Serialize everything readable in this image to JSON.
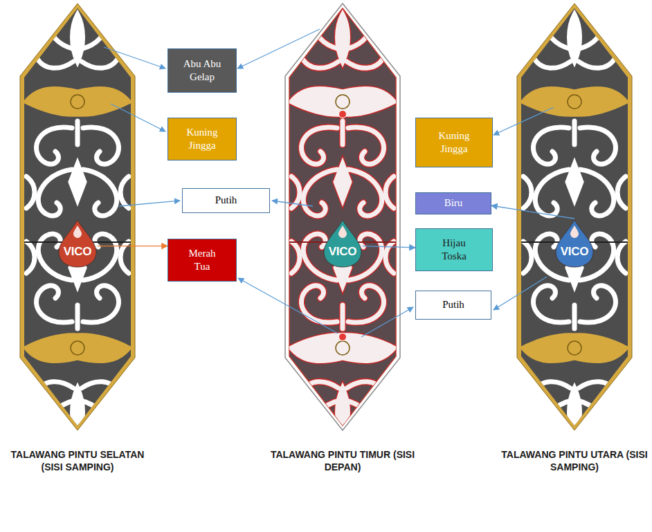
{
  "diagram": {
    "nodes": [
      {
        "text": [
          "Abu Abu Gelap"
        ]
      },
      {
        "text": [
          "Kuning Jingga"
        ]
      },
      {
        "text": [
          "Kuning Jingga"
        ]
      },
      {
        "text": [
          "Putih"
        ]
      },
      {
        "text": [
          "Biru"
        ]
      },
      {
        "text": [
          "Merah Tua"
        ]
      },
      {
        "text": [
          "Hijau Toska"
        ]
      },
      {
        "text": [
          "Putih"
        ]
      },
      {
        "text": [
          "VICO"
        ]
      },
      {
        "text": [
          "VICO"
        ]
      },
      {
        "text": [
          "VICO"
        ]
      }
    ],
    "edges": [
      {
        "from": 8,
        "to": 5,
        "arrow": "to"
      },
      {
        "from": 9,
        "to": 6,
        "arrow": "to"
      },
      {
        "from": 10,
        "to": 4,
        "arrow": "to"
      }
    ],
    "labels": [
      "TALAWANG PINTU SELATAN (SISI SAMPING)",
      "TALAWANG PINTU TIMUR (SISI DEPAN)",
      "TALAWANG PINTU UTARA (SISI SAMPING)"
    ]
  }
}
